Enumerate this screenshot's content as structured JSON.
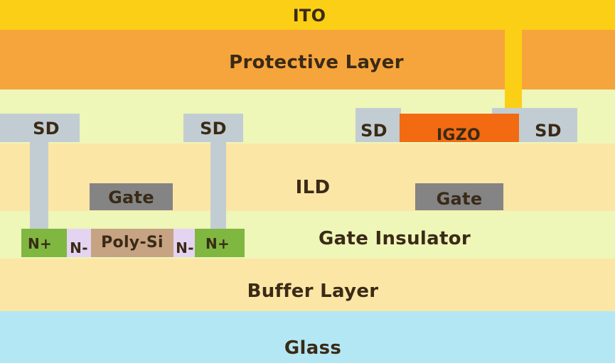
{
  "layers": {
    "ito": "ITO",
    "protective": "Protective Layer",
    "ild": "ILD",
    "gate_insulator": "Gate Insulator",
    "buffer": "Buffer Layer",
    "glass": "Glass"
  },
  "ltps_tft": {
    "sd_left": "SD",
    "sd_right": "SD",
    "gate": "Gate",
    "n_plus_left": "N+",
    "n_minus_left": "N-",
    "poly_si": "Poly-Si",
    "n_minus_right": "N-",
    "n_plus_right": "N+"
  },
  "oxide_tft": {
    "sd_left": "SD",
    "igzo": "IGZO",
    "sd_right": "SD",
    "gate": "Gate"
  },
  "colors": {
    "ito": "#fbcf15",
    "protective": "#f6a53c",
    "upper_band": "#eef6b8",
    "ild": "#fce6a6",
    "gate_insulator": "#eef6b8",
    "buffer": "#fce6a6",
    "glass": "#b4e7f4",
    "sd": "#c2cdd3",
    "gate": "#848484",
    "n_plus": "#7fb741",
    "n_minus": "#e5d3f2",
    "poly_si": "#c6a382",
    "igzo": "#f26a12"
  }
}
